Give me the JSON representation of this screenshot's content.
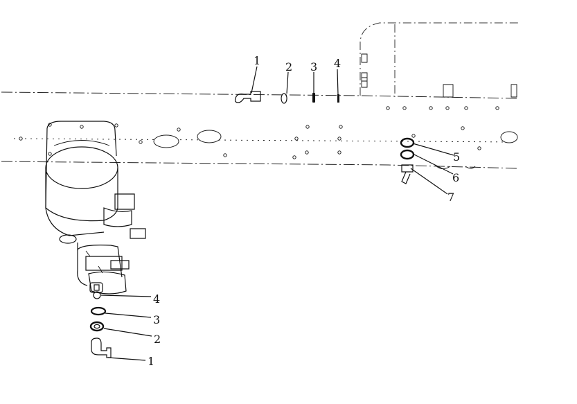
{
  "callouts_top": [
    {
      "id": "top-1",
      "text": "1"
    },
    {
      "id": "top-2",
      "text": "2"
    },
    {
      "id": "top-3",
      "text": "3"
    },
    {
      "id": "top-4",
      "text": "4"
    }
  ],
  "callouts_right": [
    {
      "id": "right-5",
      "text": "5"
    },
    {
      "id": "right-6",
      "text": "6"
    },
    {
      "id": "right-7",
      "text": "7"
    }
  ],
  "callouts_bottom": [
    {
      "id": "bottom-4",
      "text": "4"
    },
    {
      "id": "bottom-3",
      "text": "3"
    },
    {
      "id": "bottom-2",
      "text": "2"
    },
    {
      "id": "bottom-1",
      "text": "1"
    }
  ]
}
